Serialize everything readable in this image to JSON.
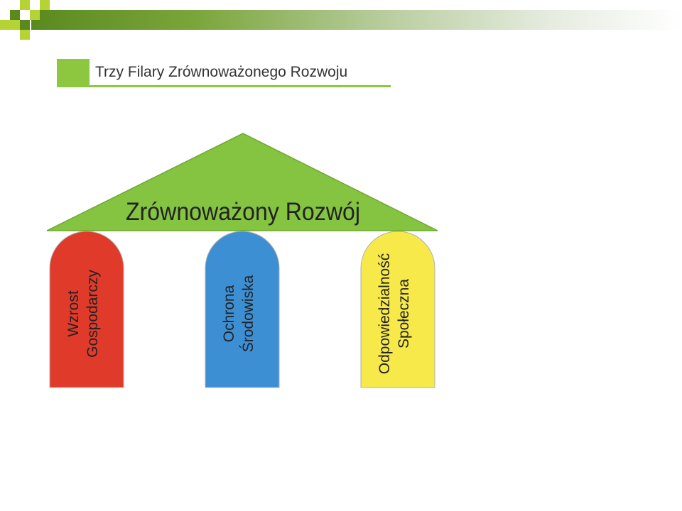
{
  "header": {
    "title": "Trzy Filary Zrównoważonego Rozwoju"
  },
  "diagram": {
    "roof_label": "Zrównoważony Rozwój",
    "pillars": [
      {
        "line1": "Wzrost",
        "line2": "Gospodarczy",
        "color": "#e03a2a"
      },
      {
        "line1": "Ochrona",
        "line2": "Środowiska",
        "color": "#3d8fd4"
      },
      {
        "line1": "Odpowiedzialność",
        "line2": "Społeczna",
        "color": "#f7e94a"
      }
    ],
    "roof_color": "#84c441"
  }
}
